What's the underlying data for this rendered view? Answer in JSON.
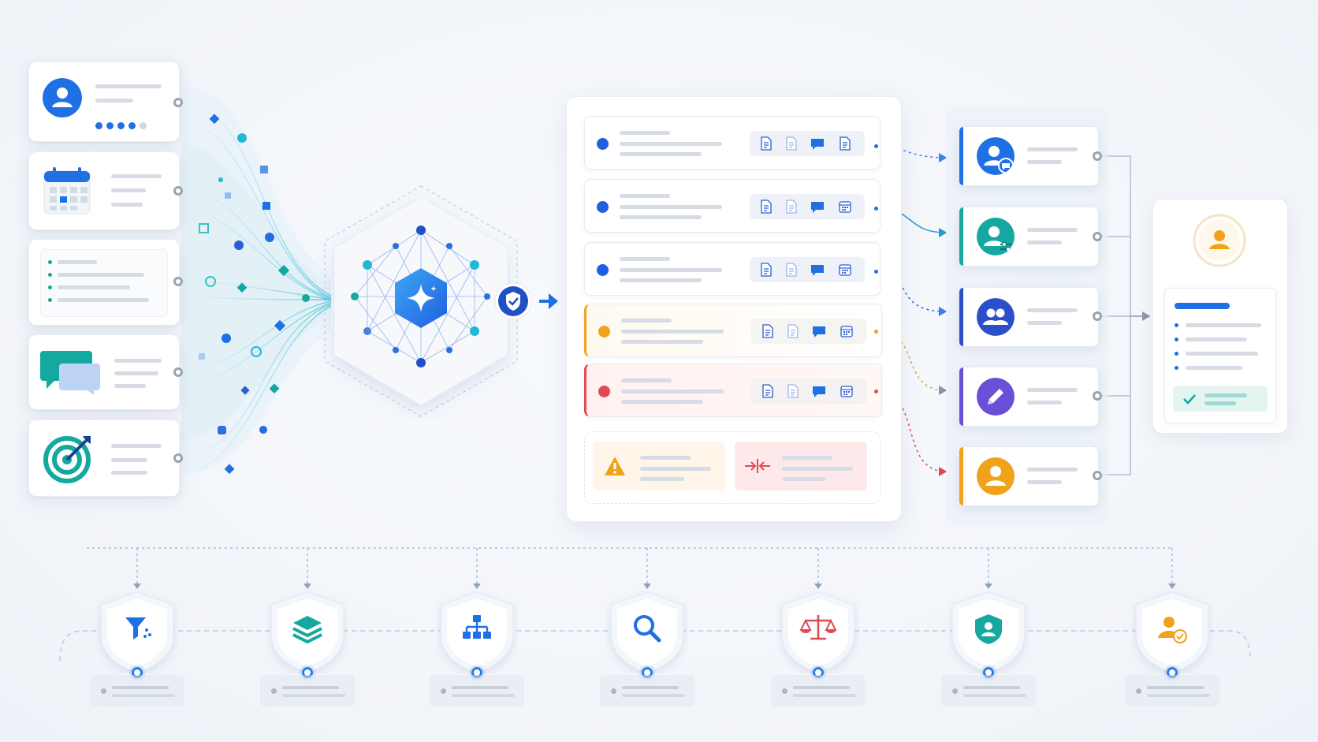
{
  "colors": {
    "blue": "#1f6fe5",
    "teal": "#16a7a0",
    "navy": "#2b4fc8",
    "purple": "#6a4fd8",
    "orange": "#f0a21b",
    "red": "#e04b52",
    "grey_port": "#9aa3b2",
    "cyan": "#23b6d8"
  },
  "sources": [
    {
      "name": "user-profile-source",
      "icon": "user-icon"
    },
    {
      "name": "calendar-source",
      "icon": "calendar-icon"
    },
    {
      "name": "list-source",
      "icon": "list-icon"
    },
    {
      "name": "chat-source",
      "icon": "chat-bubbles-icon"
    },
    {
      "name": "goal-source",
      "icon": "target-icon"
    }
  ],
  "core": {
    "icon": "sparkle-icon",
    "badge_icon": "shield-check-icon"
  },
  "rows": [
    {
      "status": "blue",
      "icons": [
        "document-icon",
        "document-icon",
        "chat-icon",
        "document-icon"
      ]
    },
    {
      "status": "blue",
      "icons": [
        "document-icon",
        "document-icon",
        "chat-icon",
        "calendar-icon"
      ]
    },
    {
      "status": "blue",
      "icons": [
        "document-icon",
        "document-icon",
        "chat-icon",
        "calendar-icon"
      ]
    },
    {
      "status": "orange",
      "icons": [
        "document-icon",
        "document-icon",
        "chat-icon",
        "calendar-icon"
      ]
    },
    {
      "status": "red",
      "icons": [
        "document-icon",
        "document-icon",
        "chat-icon",
        "calendar-icon"
      ]
    }
  ],
  "alerts": [
    {
      "icon": "warning-icon",
      "tone": "orange"
    },
    {
      "icon": "conflict-arrows-icon",
      "tone": "red"
    }
  ],
  "people": [
    {
      "icon": "user-chat-icon",
      "tone": "blue"
    },
    {
      "icon": "user-settings-icon",
      "tone": "teal"
    },
    {
      "icon": "group-icon",
      "tone": "navy"
    },
    {
      "icon": "edit-icon",
      "tone": "purple"
    },
    {
      "icon": "user-icon",
      "tone": "orange"
    }
  ],
  "result": {
    "icon": "user-icon",
    "check_icon": "check-icon"
  },
  "steps": [
    {
      "icon": "filter-icon",
      "tone": "blue"
    },
    {
      "icon": "layers-icon",
      "tone": "teal"
    },
    {
      "icon": "hierarchy-icon",
      "tone": "blue"
    },
    {
      "icon": "search-icon",
      "tone": "blue"
    },
    {
      "icon": "scales-icon",
      "tone": "red"
    },
    {
      "icon": "shield-user-icon",
      "tone": "teal"
    },
    {
      "icon": "user-check-icon",
      "tone": "orange"
    }
  ]
}
